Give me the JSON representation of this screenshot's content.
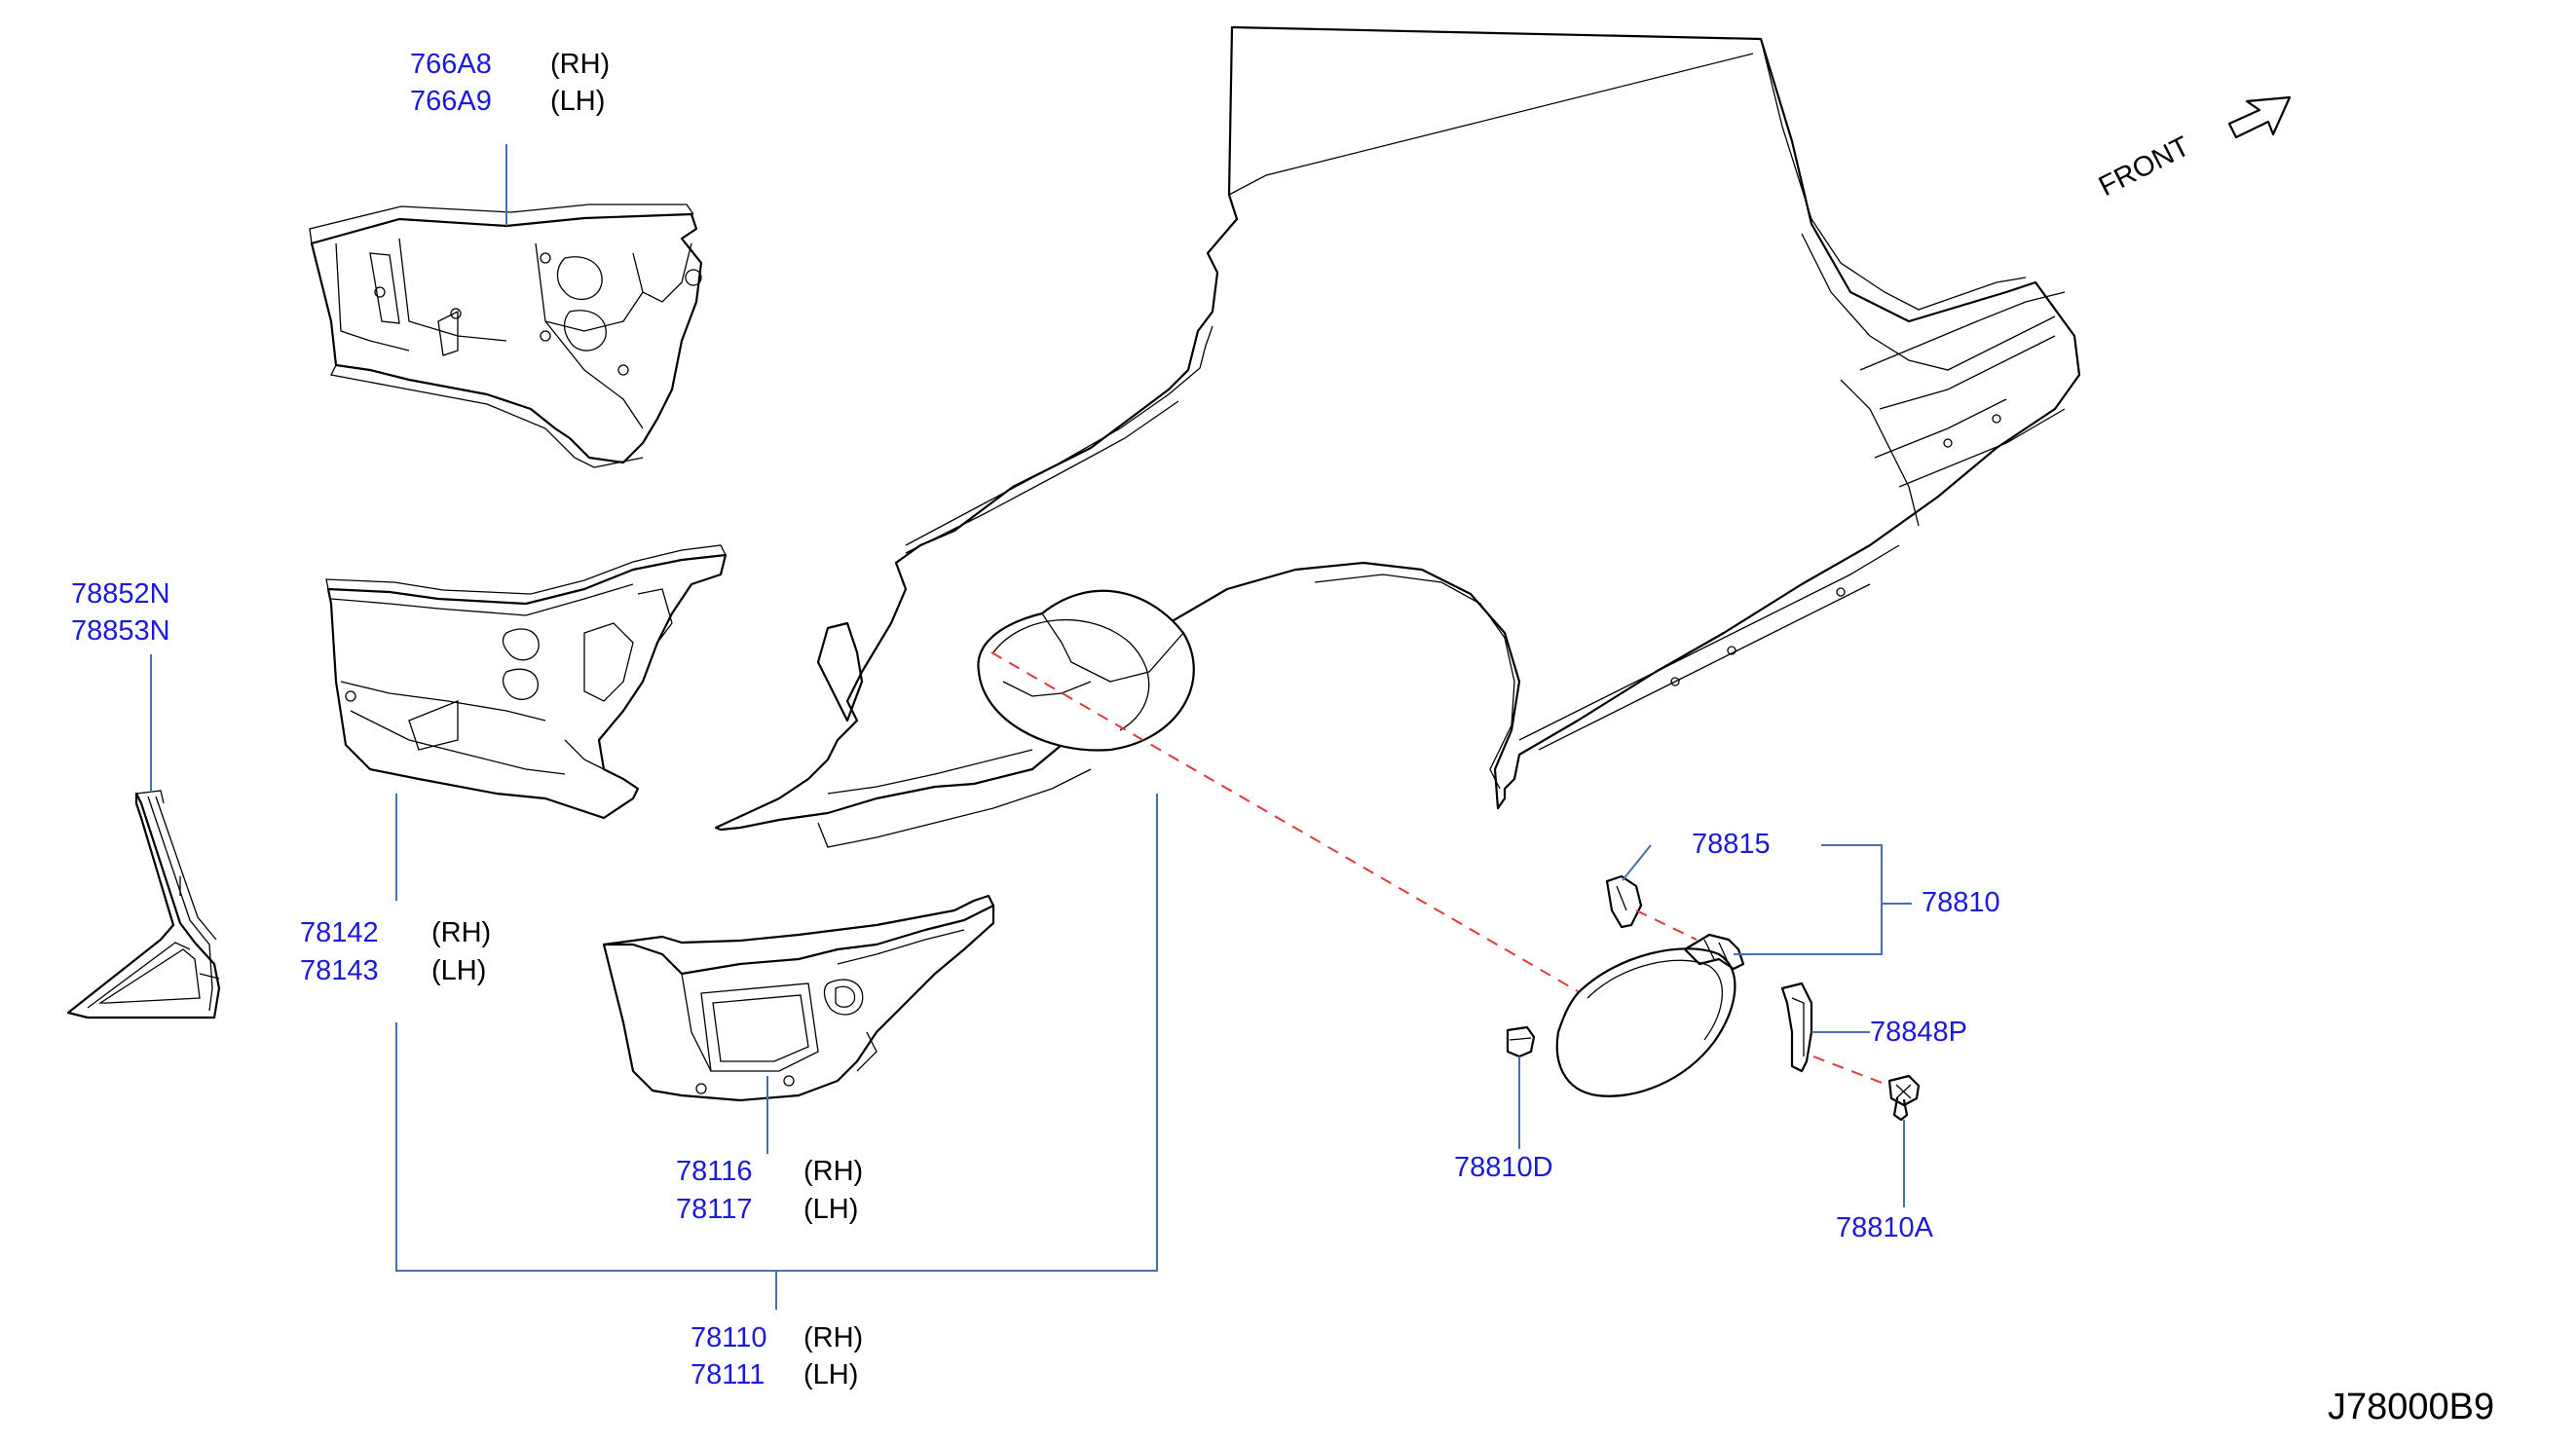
{
  "diagram_code": "J78000B9",
  "orientation": {
    "label": "FRONT",
    "icon": "front-arrow-icon"
  },
  "colors": {
    "part_number": "#1a1ad8",
    "leader": "#4a6ea8",
    "dashed_guide": "#e2383d",
    "outline": "#000000"
  },
  "callouts": {
    "c766": {
      "rows": [
        {
          "part": "766A8",
          "side": "(RH)"
        },
        {
          "part": "766A9",
          "side": "(LH)"
        }
      ]
    },
    "c78852": {
      "rows": [
        {
          "part": "78852N"
        },
        {
          "part": "78853N"
        }
      ]
    },
    "c78142": {
      "rows": [
        {
          "part": "78142",
          "side": "(RH)"
        },
        {
          "part": "78143",
          "side": "(LH)"
        }
      ]
    },
    "c78116": {
      "rows": [
        {
          "part": "78116",
          "side": "(RH)"
        },
        {
          "part": "78117",
          "side": "(LH)"
        }
      ]
    },
    "c78110": {
      "rows": [
        {
          "part": "78110",
          "side": "(RH)"
        },
        {
          "part": "78111",
          "side": "(LH)"
        }
      ]
    },
    "c78815": {
      "part": "78815"
    },
    "c78810": {
      "part": "78810"
    },
    "c78848P": {
      "part": "78848P"
    },
    "c78810D": {
      "part": "78810D"
    },
    "c78810A": {
      "part": "78810A"
    }
  }
}
